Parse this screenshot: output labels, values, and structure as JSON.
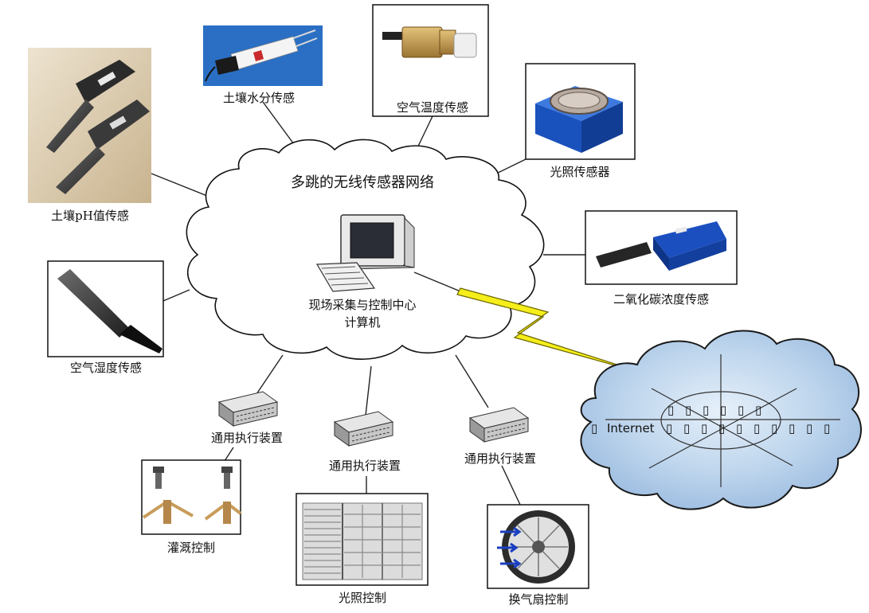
{
  "network": {
    "title": "多跳的无线传感器网络",
    "center_label_line1": "现场采集与控制中心",
    "center_label_line2": "计算机"
  },
  "sensors": {
    "soil_ph": "土壤pH值传感",
    "soil_moisture": "土壤水分传感",
    "air_temperature": "空气温度传感",
    "light": "光照传感器",
    "co2": "二氧化碳浓度传感",
    "air_humidity": "空气湿度传感"
  },
  "actuators": {
    "left": "通用执行装置",
    "middle": "通用执行装置",
    "right": "通用执行装置"
  },
  "controls": {
    "irrigation": "灌溉控制",
    "lighting": "光照控制",
    "fan": "换气扇控制"
  },
  "internet": {
    "label": "Internet",
    "glyph": "▯"
  },
  "colors": {
    "line": "#222222",
    "lightning": "#f5ee1a",
    "internet_cloud": "#b9d3ec",
    "soil_moisture_bg": "#2a6fc4",
    "light_sensor": "#1f58c9",
    "co2_sensor": "#1b4fc0"
  }
}
